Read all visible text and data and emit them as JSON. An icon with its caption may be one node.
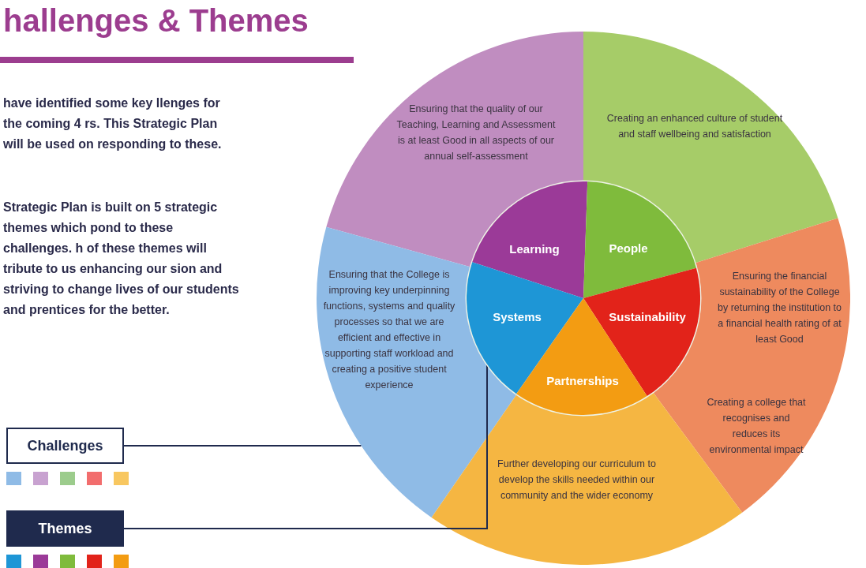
{
  "diagram": {
    "title": "hallenges & Themes",
    "nodes": [
      {
        "text": [
          "Challenges"
        ]
      },
      {
        "text": [
          "Themes"
        ]
      },
      {
        "text": [
          "Ensuring that the quality of our Teaching, Learning and Assessment is at least Good in all aspects of our annual self-assessment"
        ]
      },
      {
        "text": [
          "Creating an enhanced culture of student and staff wellbeing and satisfaction"
        ]
      },
      {
        "text": [
          "Ensuring that the College is improving key underpinning functions, systems and quality processes so that we are efficient and effective in supporting staff workload and creating a positive student experience"
        ]
      },
      {
        "text": [
          "Ensuring the financial sustainability of the College by returning the institution to a financial health rating of at least Good",
          "Creating a college that recognises and reduces its environmental impact"
        ]
      },
      {
        "text": [
          "Further developing our curriculum to develop the skills needed within our community and the wider economy"
        ]
      },
      {
        "text": [],
        "shape": "circle"
      },
      {
        "text": [
          "Learning"
        ],
        "in": 7
      },
      {
        "text": [
          "People"
        ],
        "in": 7
      },
      {
        "text": [
          "Systems"
        ],
        "in": 7
      },
      {
        "text": [
          "Sustainability"
        ],
        "in": 7
      },
      {
        "text": [
          "Partnerships"
        ],
        "in": 7
      }
    ],
    "edges": [
      {
        "from": 0,
        "to": 4,
        "arrow": "none"
      },
      {
        "from": 1,
        "to": 7,
        "arrow": "none"
      }
    ],
    "labels": [
      "have identified some key llenges for the coming 4 rs. This Strategic Plan will be used on responding to these.",
      "Strategic Plan is built on 5 strategic themes which pond to these challenges. h of these themes will tribute to us enhancing our sion and striving to change lives of our students and prentices for the better."
    ]
  }
}
